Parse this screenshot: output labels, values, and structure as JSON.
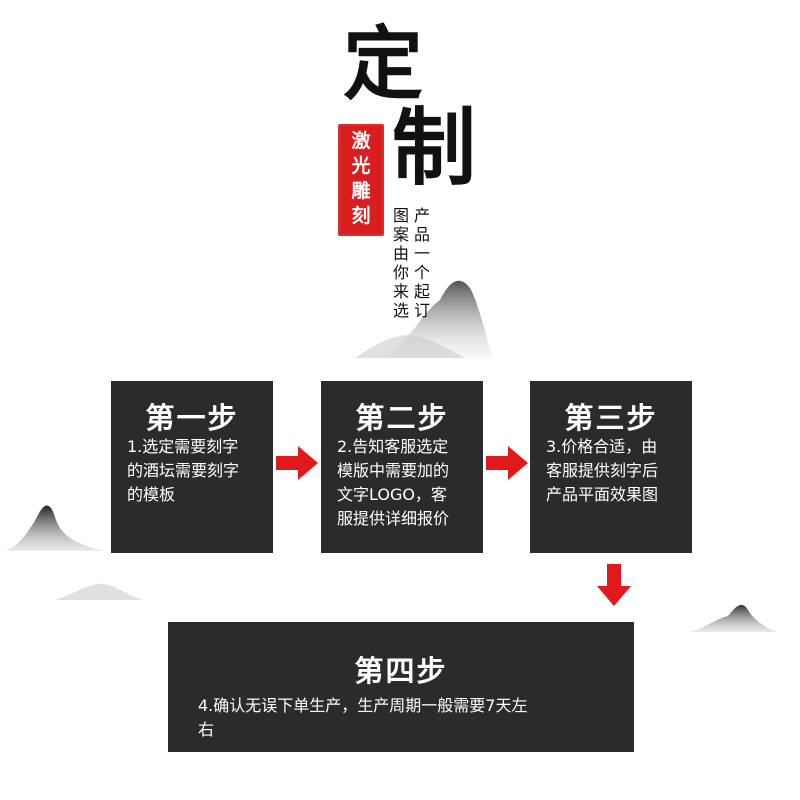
{
  "banner": {
    "title_char_1": "定",
    "title_char_2": "制",
    "seal_chars": [
      "激",
      "光",
      "雕",
      "刻"
    ],
    "tagline_col_1": [
      "产",
      "品",
      "一",
      "个",
      "起",
      "订"
    ],
    "tagline_col_2": [
      "图",
      "案",
      "由",
      "你",
      "来",
      "选"
    ]
  },
  "steps": [
    {
      "title": "第一步",
      "lines": [
        "1.选定需要刻字",
        "的酒坛需要刻字",
        "的模板"
      ]
    },
    {
      "title": "第二步",
      "lines": [
        "2.告知客服选定",
        "模版中需要加的",
        "文字LOGO，客",
        "服提供详细报价"
      ]
    },
    {
      "title": "第三步",
      "lines": [
        "3.价格合适，由",
        "客服提供刻字后",
        "产品平面效果图"
      ]
    },
    {
      "title": "第四步",
      "lines": [
        "4.确认无误下单生产，生产周期一般需要7天左",
        "右"
      ]
    }
  ],
  "colors": {
    "box": "#2a2c2b",
    "arrow": "#e01a1a",
    "seal": "#d81e1e",
    "ink": "#111111"
  }
}
